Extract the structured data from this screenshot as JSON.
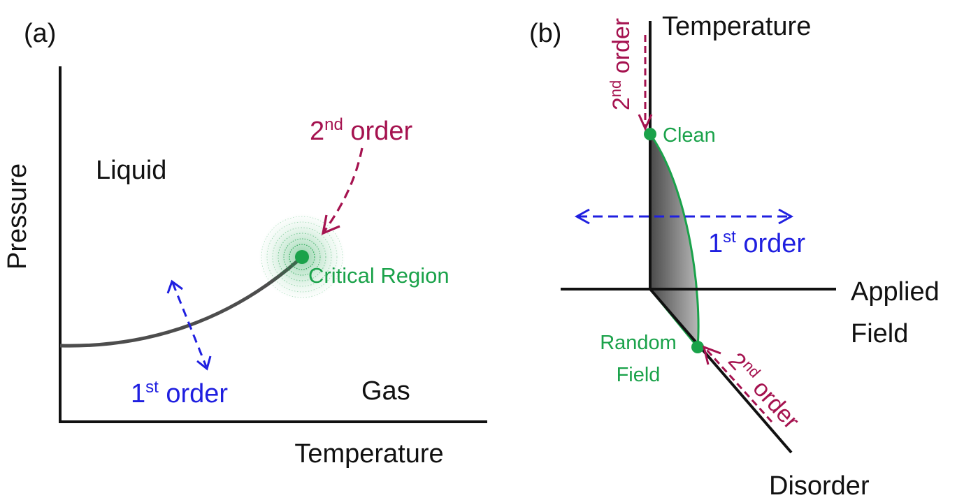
{
  "colors": {
    "axis": "#111111",
    "curve": "#4d4d4d",
    "green": "#1aa24a",
    "red": "#a5124f",
    "blue": "#1f1fe0",
    "shade_dark": "#4a4a4a",
    "shade_light": "#b3b3b3"
  },
  "panel_a": {
    "tag": "(a)",
    "axis_y": "Pressure",
    "axis_x": "Temperature",
    "region_top": "Liquid",
    "region_bottom": "Gas",
    "critical_label": "Critical Region",
    "second_order": {
      "base": "2",
      "sup": "nd",
      "rest": " order"
    },
    "first_order": {
      "base": "1",
      "sup": "st",
      "rest": " order"
    }
  },
  "panel_b": {
    "tag": "(b)",
    "axis_temp": "Temperature",
    "axis_field_line1": "Applied",
    "axis_field_line2": "Field",
    "axis_disorder": "Disorder",
    "clean_label": "Clean",
    "random_line1": "Random",
    "random_line2": "Field",
    "second_order_top": {
      "base": "2",
      "sup": "nd",
      "rest": " order"
    },
    "second_order_bottom": {
      "base": "2",
      "sup": "nd",
      "rest": " order"
    },
    "first_order": {
      "base": "1",
      "sup": "st",
      "rest": " order"
    }
  }
}
